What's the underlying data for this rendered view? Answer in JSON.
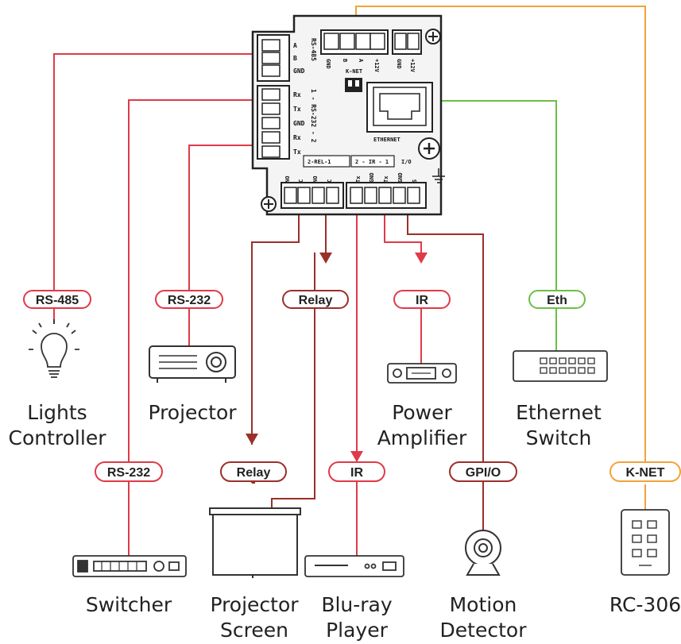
{
  "colors": {
    "rs485": "#e03a48",
    "rs232": "#e03a48",
    "relay": "#9b2f2a",
    "ir": "#e03a48",
    "gpio": "#9b2f2a",
    "eth": "#6cbf45",
    "knet": "#f2a33a",
    "device_outline": "#333333"
  },
  "controller": {
    "group_labels": {
      "rs485": "RS-485",
      "rs232": "1 - RS-232 - 2",
      "rel": "2-REL-1",
      "ir": "2 - IR - 1",
      "io": "I/O",
      "ethernet": "ETHERNET",
      "knet": "K-NET"
    },
    "left_terminals": [
      "A",
      "B",
      "GND",
      "Rx",
      "Tx",
      "GND",
      "Rx",
      "Tx"
    ],
    "top_terminals": [
      "GND",
      "B",
      "A",
      "+12V",
      "GND",
      "+12V"
    ],
    "bottom_terminals": [
      "NO",
      "C",
      "NO",
      "C",
      "Tx",
      "GND",
      "Tx",
      "GND",
      "S"
    ]
  },
  "pills": {
    "rs485": "RS-485",
    "rs232_projector": "RS-232",
    "relay_upper": "Relay",
    "ir_amp": "IR",
    "eth": "Eth",
    "rs232_switcher": "RS-232",
    "relay_lower": "Relay",
    "ir_bluray": "IR",
    "gpio": "GPI/O",
    "knet": "K-NET"
  },
  "devices": {
    "lights": [
      "Lights",
      "Controller"
    ],
    "projector": [
      "Projector"
    ],
    "amplifier": [
      "Power",
      "Amplifier"
    ],
    "ethernet_switch": [
      "Ethernet",
      "Switch"
    ],
    "switcher": [
      "Switcher"
    ],
    "projector_screen": [
      "Projector",
      "Screen"
    ],
    "bluray": [
      "Blu-ray",
      "Player"
    ],
    "motion": [
      "Motion",
      "Detector"
    ],
    "rc306": [
      "RC-306"
    ]
  }
}
